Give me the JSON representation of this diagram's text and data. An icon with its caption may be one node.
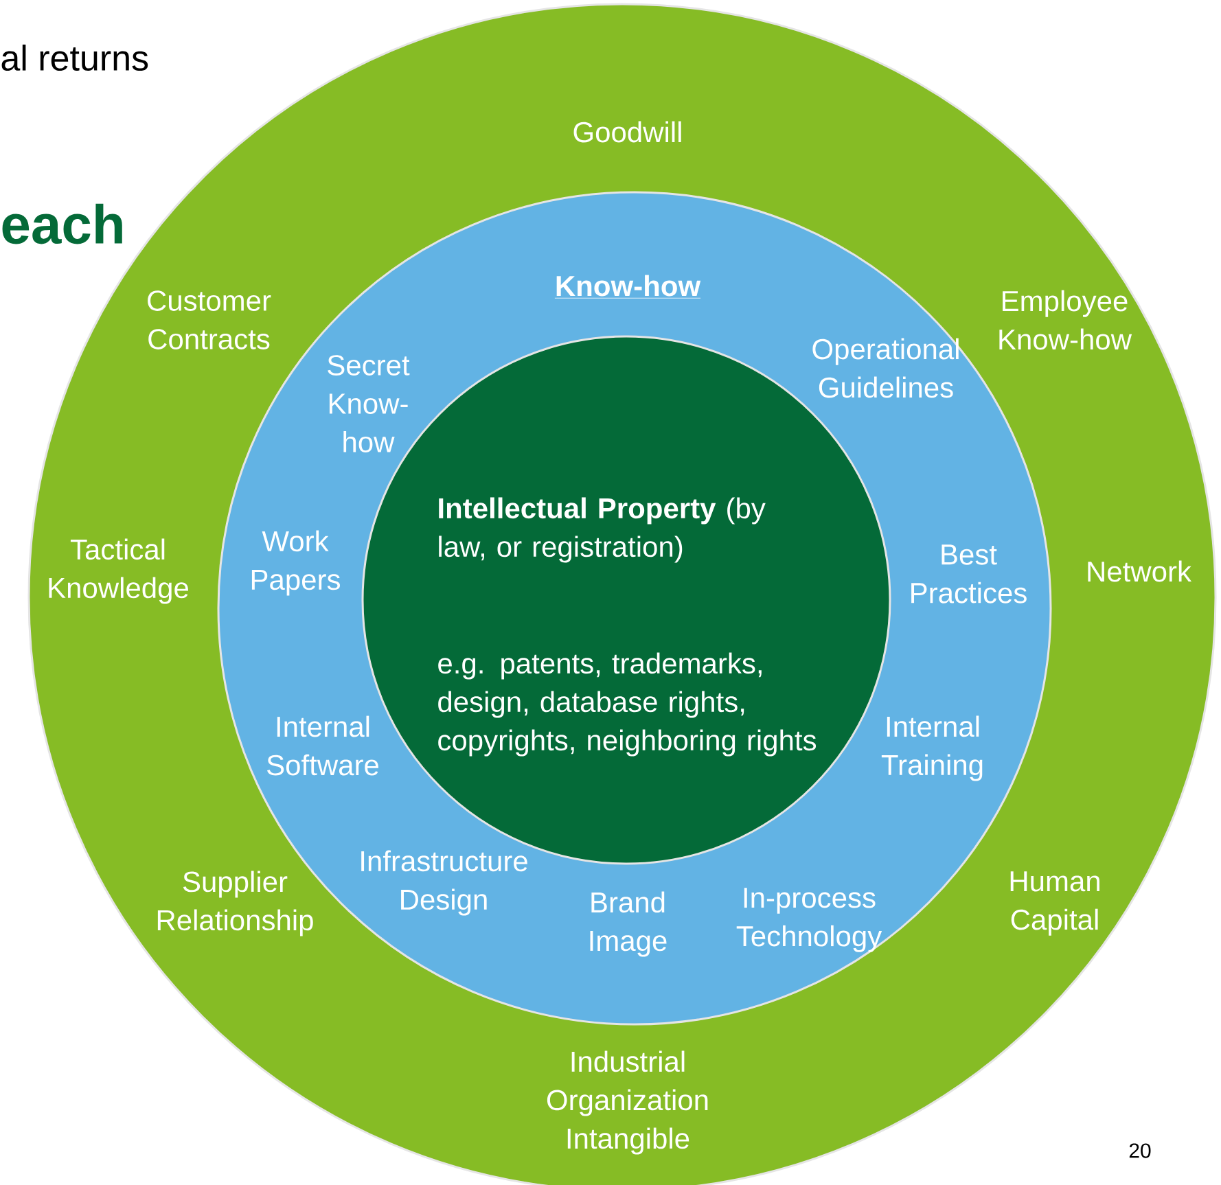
{
  "diagram": {
    "nodes": [
      {
        "text": [
          "Goodwill",
          "Customer Contracts",
          "Employee Know-how",
          "Tactical Knowledge",
          "Network",
          "Supplier Relationship",
          "Human Capital",
          "Industrial Organization Intangible"
        ]
      },
      {
        "text": [
          "Know-how",
          "Secret Know-how",
          "Operational Guidelines",
          "Work Papers",
          "Best Practices",
          "Internal Software",
          "Internal Training",
          "Infrastructure Design",
          "Brand Image",
          "In-process Technology"
        ],
        "in": 0
      },
      {
        "text": [
          "**Intellectual Property** (by law, or registration)",
          "e.g. patents, trademarks, design, database rights, copyrights, neighboring rights"
        ],
        "in": 1
      }
    ],
    "labels": [
      "al returns",
      "each",
      "20"
    ]
  }
}
